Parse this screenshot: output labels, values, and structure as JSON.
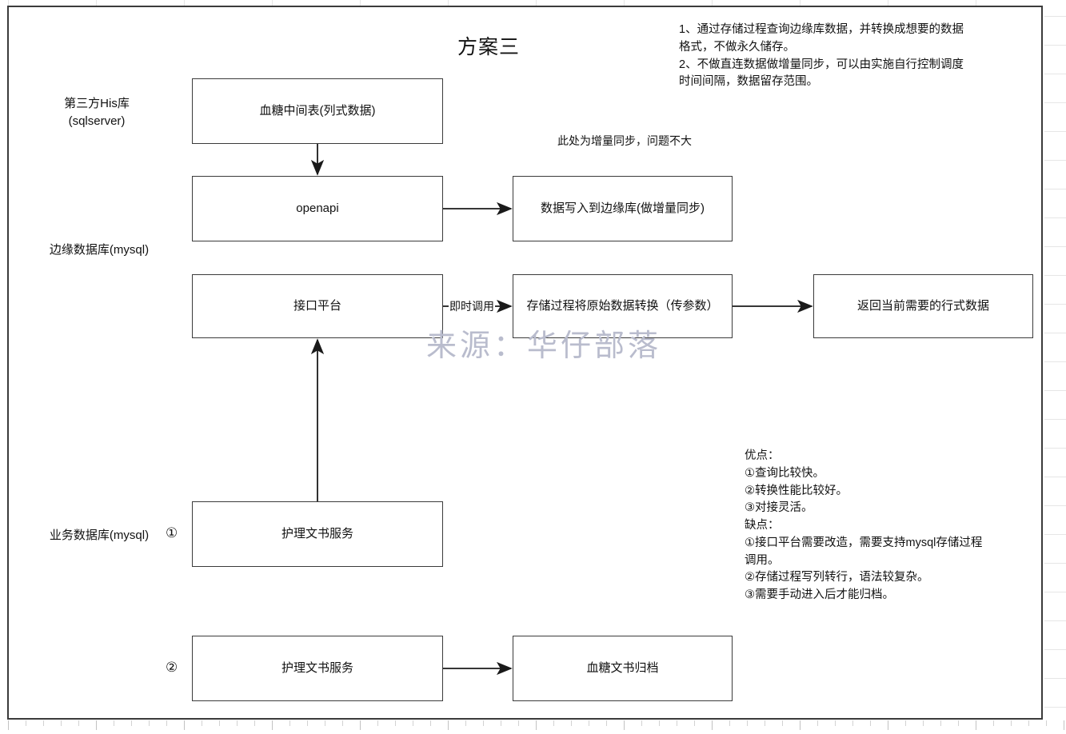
{
  "title": "方案三",
  "watermark": "来源：华仔部落",
  "side_labels": [
    {
      "text": "第三方His库\n(sqlserver)"
    },
    {
      "text": "边缘数据库(mysql)"
    },
    {
      "text": "业务数据库(mysql)"
    }
  ],
  "markers": [
    {
      "text": "①"
    },
    {
      "text": "②"
    }
  ],
  "nodes": [
    {
      "id": "glucose-mid-table",
      "text": "血糖中间表(列式数据)"
    },
    {
      "id": "openapi",
      "text": "openapi"
    },
    {
      "id": "write-to-edge-db",
      "text": "数据写入到边缘库(做增量同步)"
    },
    {
      "id": "interface-platform",
      "text": "接口平台"
    },
    {
      "id": "stored-procedure-transform",
      "text": "存储过程将原始数据转换（传参数）"
    },
    {
      "id": "return-row-data",
      "text": "返回当前需要的行式数据"
    },
    {
      "id": "nursing-doc-service-1",
      "text": "护理文书服务"
    },
    {
      "id": "nursing-doc-service-2",
      "text": "护理文书服务"
    },
    {
      "id": "glucose-doc-archive",
      "text": "血糖文书归档"
    }
  ],
  "edge_labels": [
    {
      "id": "incremental-sync-note",
      "text": "此处为增量同步，问题不大"
    },
    {
      "id": "realtime-call",
      "text": "即时调用"
    }
  ],
  "notes": {
    "top_right": "1、通过存储过程查询边缘库数据，并转换成想要的数据\n格式，不做永久储存。\n2、不做直连数据做增量同步，可以由实施自行控制调度\n时间间隔，数据留存范围。",
    "pros_cons": "优点：\n①查询比较快。\n②转换性能比较好。\n③对接灵活。\n缺点：\n①接口平台需要改造，需要支持mysql存储过程\n调用。\n②存储过程写列转行，语法较复杂。\n③需要手动进入后才能归档。"
  },
  "colors": {
    "stroke": "#3b3b3b",
    "text": "#111111",
    "watermark": "#b9bccd",
    "background": "#ffffff"
  }
}
